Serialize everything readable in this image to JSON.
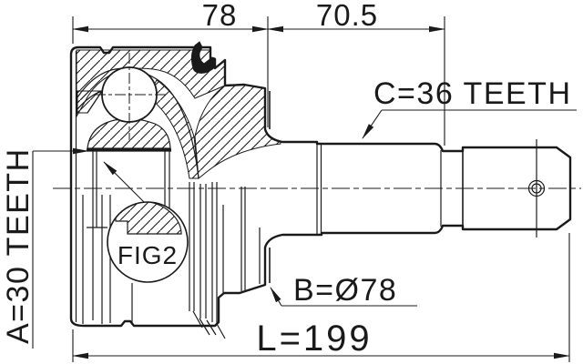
{
  "drawing": {
    "type": "cv-joint-technical-drawing",
    "dimensions": {
      "top_width": "78",
      "shaft_section": "70.5",
      "overall_length": "L=199",
      "outer_diameter": "B=Ø78"
    },
    "annotations": {
      "inner_spline": "A=30 TEETH",
      "outer_spline": "C=36 TEETH",
      "figure_ref": "FIG2"
    },
    "colors": {
      "line": "#1a1a1a",
      "background": "#ffffff"
    }
  }
}
